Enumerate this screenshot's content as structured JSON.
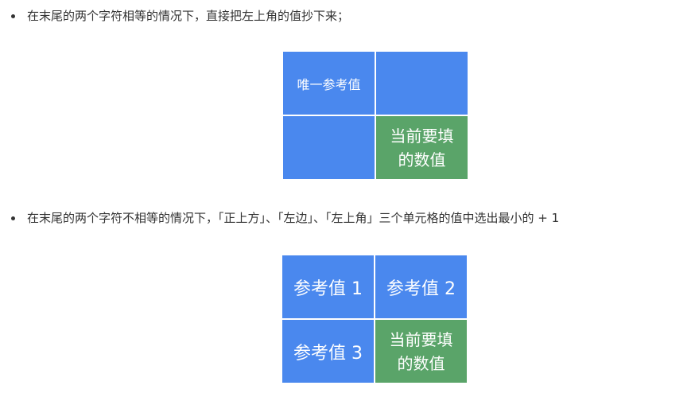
{
  "bullets": [
    "在末尾的两个字符相等的情况下，直接把左上角的值抄下来；",
    "在末尾的两个字符不相等的情况下，「正上方」、「左边」、「左上角」三个单元格的值中选出最小的 + 1"
  ],
  "grid1": {
    "top_left": "唯一参考值",
    "top_right": "",
    "bottom_left": "",
    "bottom_right": "当前要填\n的数值"
  },
  "grid2": {
    "top_left": "参考值 1",
    "top_right": "参考值 2",
    "bottom_left": "参考值 3",
    "bottom_right": "当前要填\n的数值"
  },
  "colors": {
    "blue": "#4a88ee",
    "green": "#5aa469",
    "text": "#333333"
  }
}
